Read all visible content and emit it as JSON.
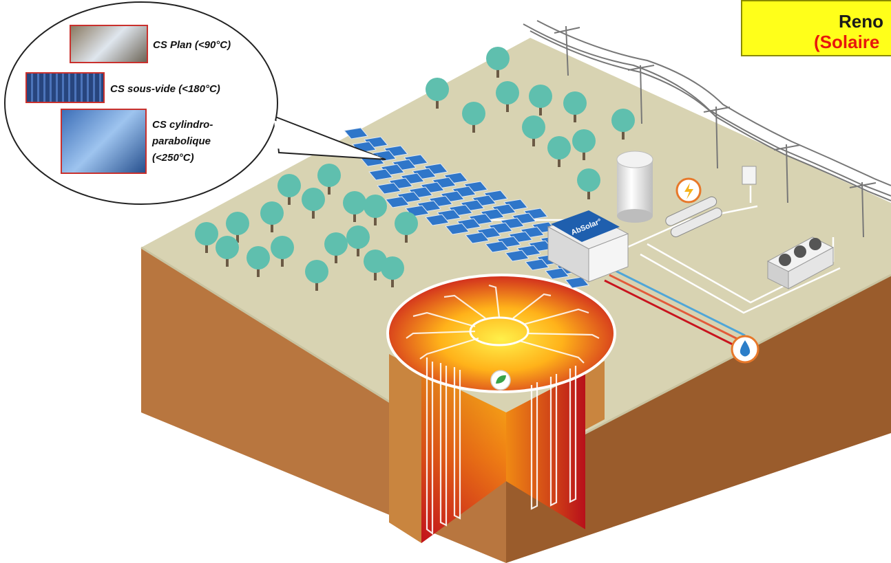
{
  "banner": {
    "line1": "Reno",
    "line2": "(Solaire"
  },
  "callout": {
    "items": [
      {
        "label": "CS Plan (<90°C)"
      },
      {
        "label": "CS sous-vide (<180°C)"
      },
      {
        "label_lines": [
          "CS cylindro-",
          "parabolique",
          "(<250°C)"
        ]
      }
    ]
  },
  "container_label": "AbSolar°",
  "colors": {
    "ground_top": "#d8d3b2",
    "soil_front": "#b8763f",
    "soil_side": "#9a5c2c",
    "tree": "#5fbfae",
    "panel": "#2f76c9",
    "banner_bg": "#ffff1a",
    "banner_accent": "#e8170c",
    "heat_core": "#ffd21a",
    "heat_edge": "#c8141e"
  }
}
